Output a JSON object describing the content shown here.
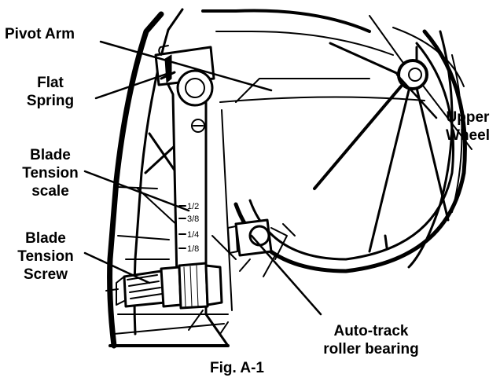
{
  "labels": {
    "pivot_arm": "Pivot Arm",
    "flat_spring": [
      "Flat",
      "Spring"
    ],
    "upper_wheel": [
      "Upper",
      "Wheel"
    ],
    "blade_tension_scale": [
      "Blade",
      "Tension",
      "scale"
    ],
    "blade_tension_screw": [
      "Blade",
      "Tension",
      "Screw"
    ],
    "auto_track": [
      "Auto-track",
      "roller bearing"
    ]
  },
  "scale_marks": [
    "1/2",
    "3/8",
    "1/4",
    "1/8"
  ],
  "caption": "Fig. A-1",
  "colors": {
    "ink": "#000000",
    "background": "#ffffff"
  }
}
